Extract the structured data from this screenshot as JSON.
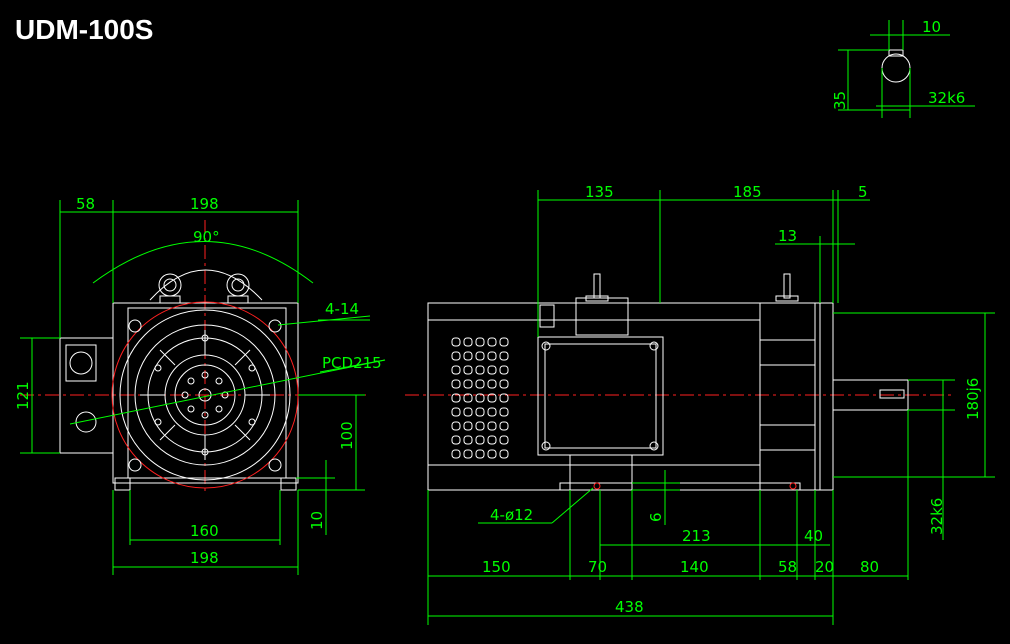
{
  "title": "UDM-100S",
  "colors": {
    "background": "#000000",
    "outline": "#ffffff",
    "dimension": "#00ff00",
    "centerline": "#ff2020"
  },
  "front_view": {
    "dims": {
      "d58": "58",
      "d198_top": "198",
      "angle": "90°",
      "holes": "4-14",
      "pcd": "PCD215",
      "h121": "121",
      "h100": "100",
      "h10": "10",
      "d160": "160",
      "d198_bottom": "198"
    }
  },
  "side_view": {
    "dims": {
      "d135": "135",
      "d185": "185",
      "d5": "5",
      "d13": "13",
      "mount": "4-ø12",
      "d6": "6",
      "d213": "213",
      "d40": "40",
      "d150": "150",
      "d70": "70",
      "d140": "140",
      "d58": "58",
      "d20": "20",
      "d80": "80",
      "d438": "438",
      "d180": "180j6",
      "d32": "32k6"
    }
  },
  "shaft_detail": {
    "dims": {
      "d10": "10",
      "d35": "35",
      "d32": "32k6"
    }
  }
}
